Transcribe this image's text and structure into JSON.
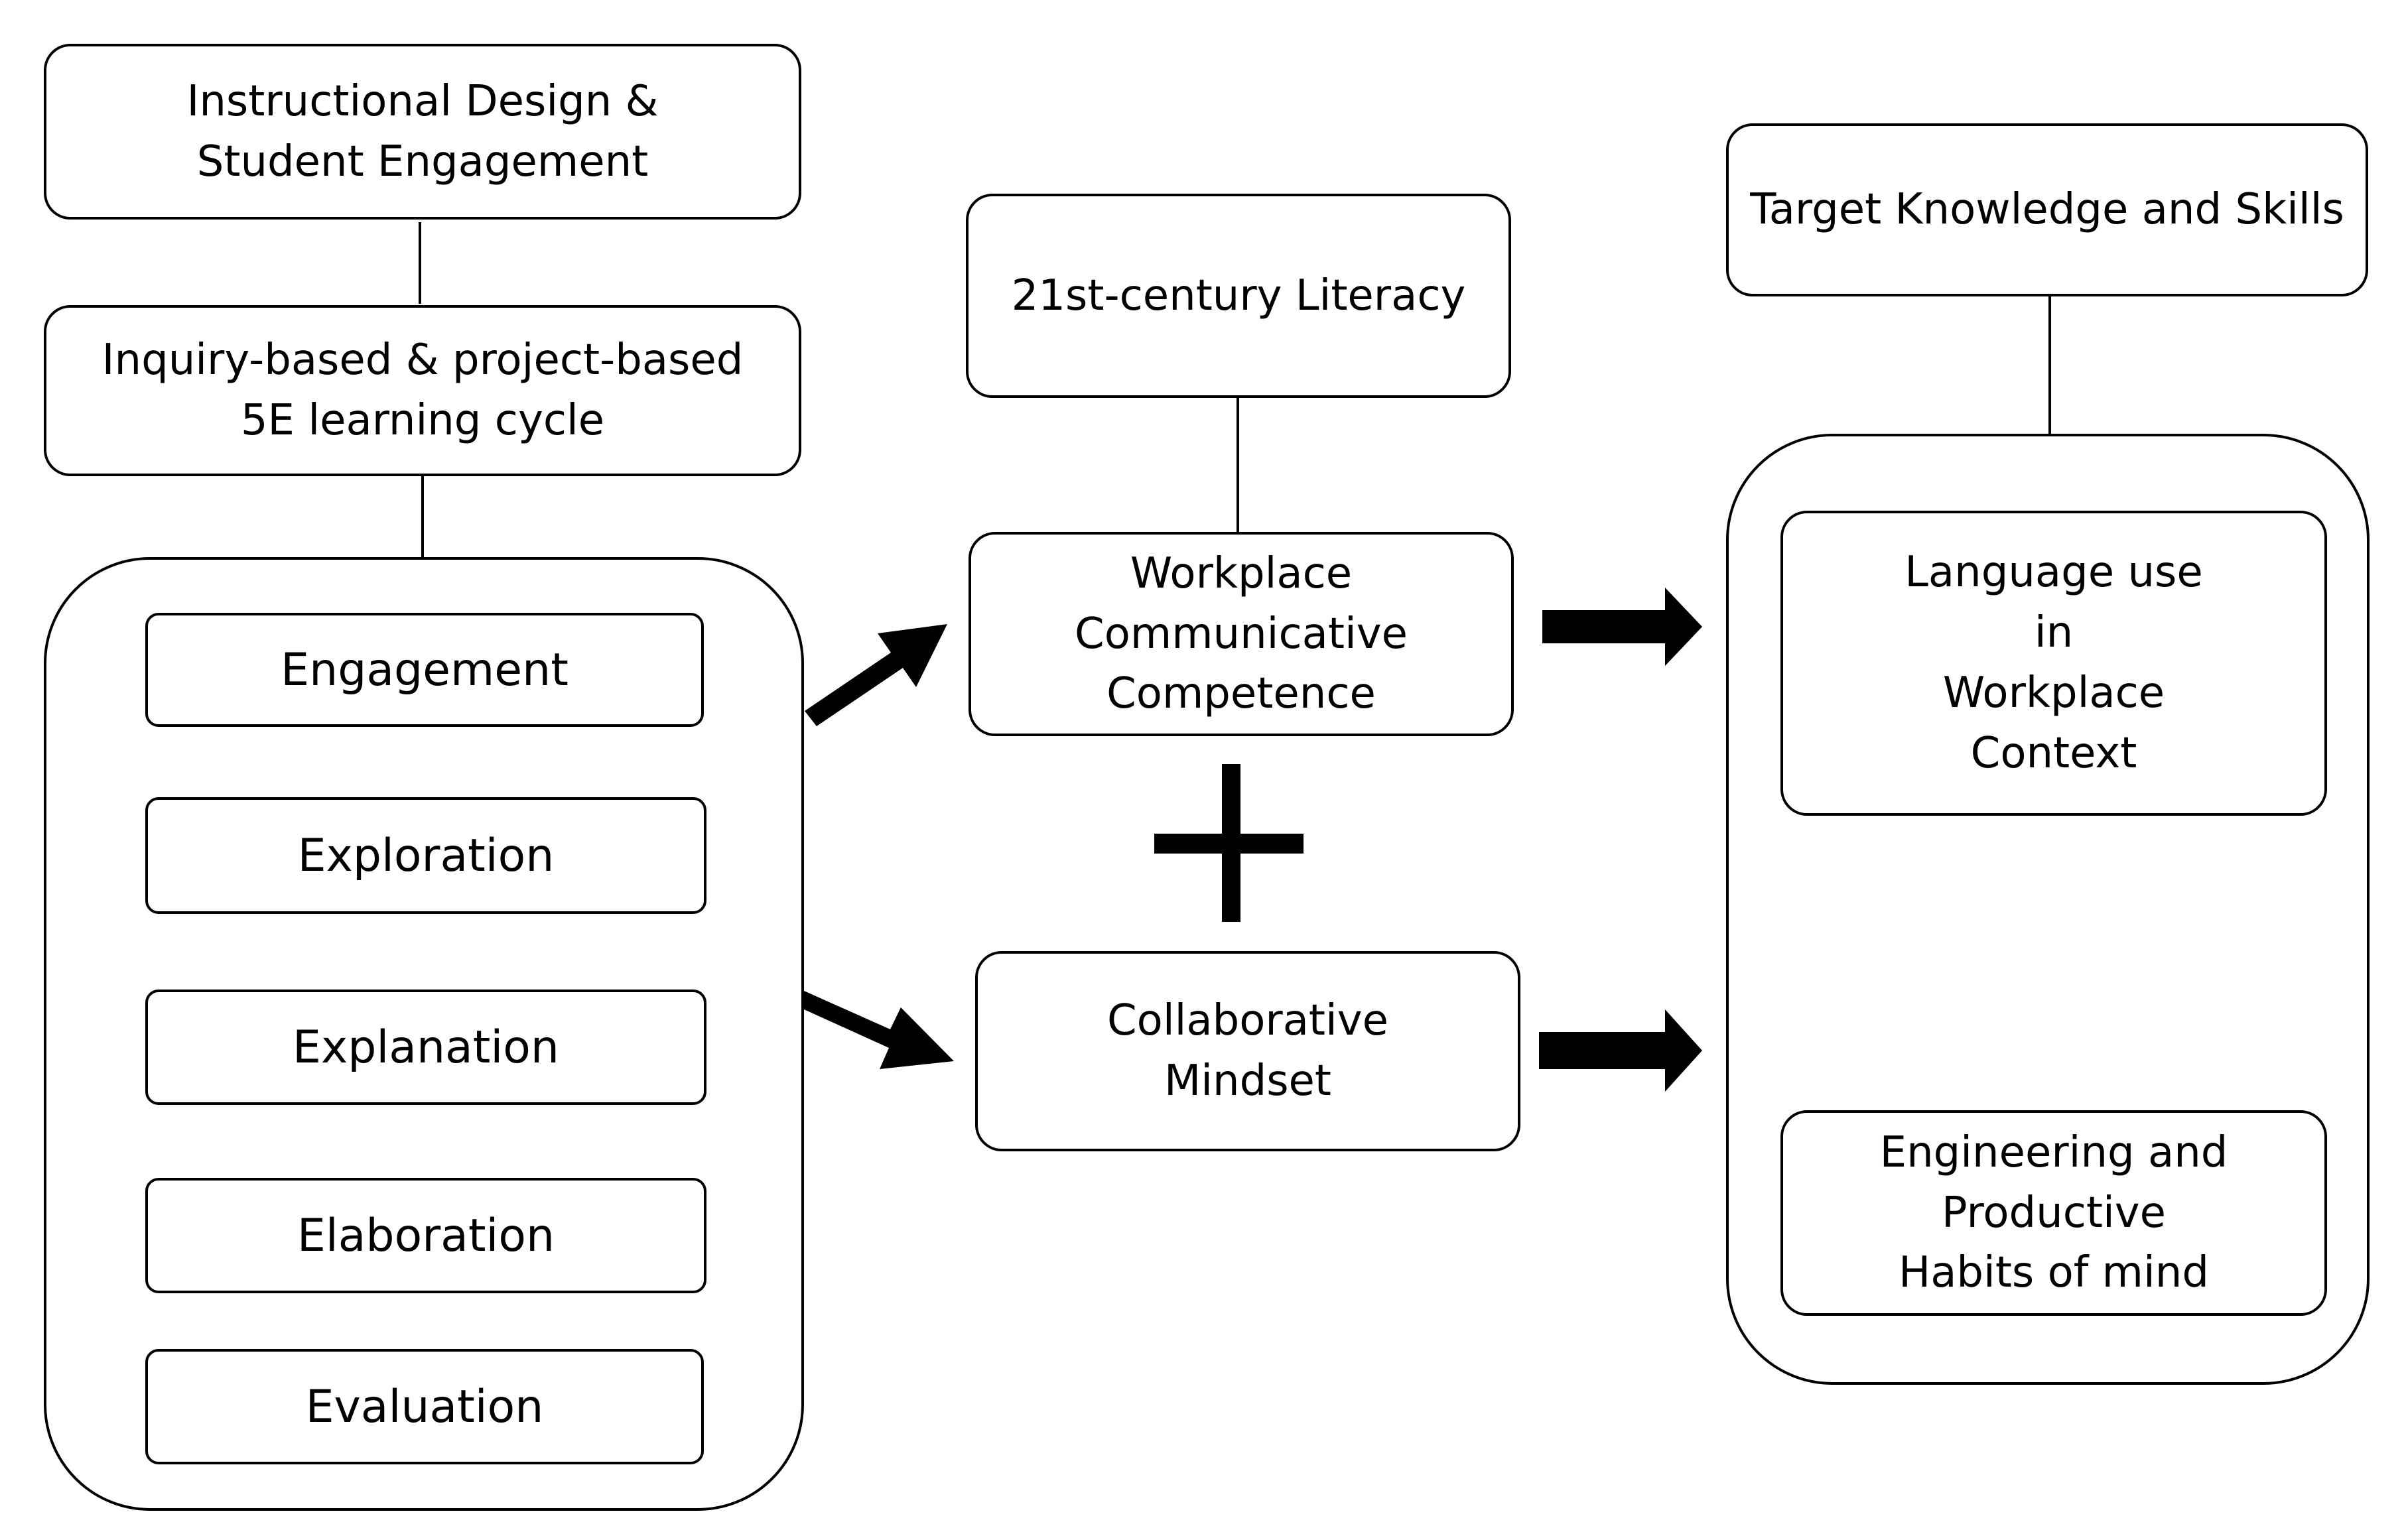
{
  "left": {
    "header": "Instructional Design &\nStudent Engagement",
    "approach": "Inquiry-based & project-based\n5E learning cycle",
    "cycle_steps": [
      "Engagement",
      "Exploration",
      "Explanation",
      "Elaboration",
      "Evaluation"
    ]
  },
  "middle": {
    "header": "21st-century Literacy",
    "workplace": "Workplace\nCommunicative\nCompetence",
    "collaborative": "Collaborative\nMindset"
  },
  "right": {
    "header": "Target Knowledge and Skills",
    "language": "Language use\nin\nWorkplace\nContext",
    "engineering": "Engineering and\nProductive\nHabits of mind"
  }
}
